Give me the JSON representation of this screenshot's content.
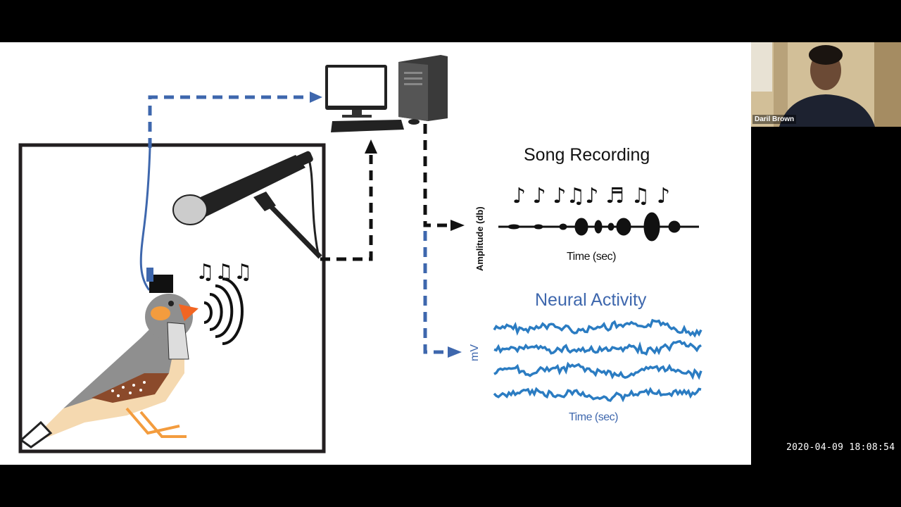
{
  "slide": {
    "song_title": "Song Recording",
    "amplitude_label": "Amplitude (db)",
    "song_time_label": "Time (sec)",
    "neural_title": "Neural Activity",
    "mv_label": "mV",
    "neural_time_label": "Time (sec)",
    "colors": {
      "blue": "#3e67ad",
      "trace_blue": "#2b7cc2",
      "black": "#111111",
      "frame": "#231f20"
    }
  },
  "participant": {
    "name": "Daril Brown"
  },
  "timestamp": "2020-04-09  18:08:54"
}
